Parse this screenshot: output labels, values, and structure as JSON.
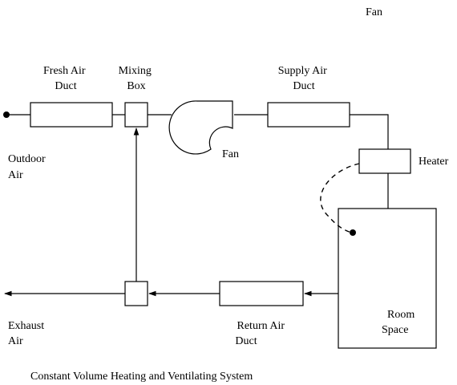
{
  "labels": {
    "top_fan": "Fan",
    "fresh_air_duct": [
      "Fresh Air",
      "Duct"
    ],
    "mixing_box": [
      "Mixing",
      "Box"
    ],
    "supply_air_duct": [
      "Supply Air",
      "Duct"
    ],
    "fan": "Fan",
    "outdoor_air": [
      "Outdoor",
      "Air"
    ],
    "heater": "Heater",
    "room_space": [
      "Room",
      "Space"
    ],
    "exhaust_air": [
      "Exhaust",
      "Air"
    ],
    "return_air_duct": [
      "Return Air",
      "Duct"
    ],
    "caption": "Constant Volume Heating and Ventilating System"
  }
}
